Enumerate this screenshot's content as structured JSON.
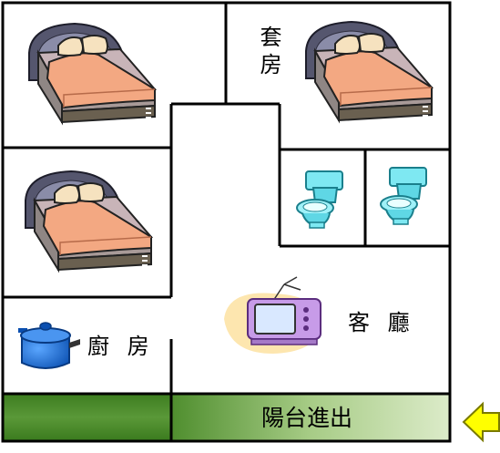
{
  "rooms": {
    "suite": "套房",
    "kitchen": "廚 房",
    "living": "客 廳"
  },
  "balcony": {
    "label": "陽台進出"
  },
  "colors": {
    "wall": "#000000",
    "balcony_dark": "#3d7d20",
    "balcony_light": "#cfe4b8",
    "arrow_fill": "#ffff00",
    "bed_headboard": "#55566e",
    "bed_blanket": "#f3a882",
    "bed_pillow": "#f6e2bf",
    "toilet": "#7ee8f2",
    "pot": "#1f6fd6",
    "tv_frame": "#c79be8",
    "tv_screen": "#d9e8ff"
  },
  "icons": [
    "bed-icon",
    "toilet-icon",
    "cooking-pot-icon",
    "television-icon",
    "arrow-left-icon"
  ]
}
